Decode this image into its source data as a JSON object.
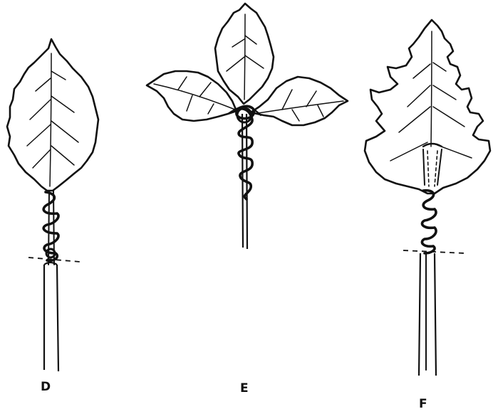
{
  "figures": [
    {
      "label": "D"
    },
    {
      "label": "E"
    },
    {
      "label": "F"
    }
  ]
}
